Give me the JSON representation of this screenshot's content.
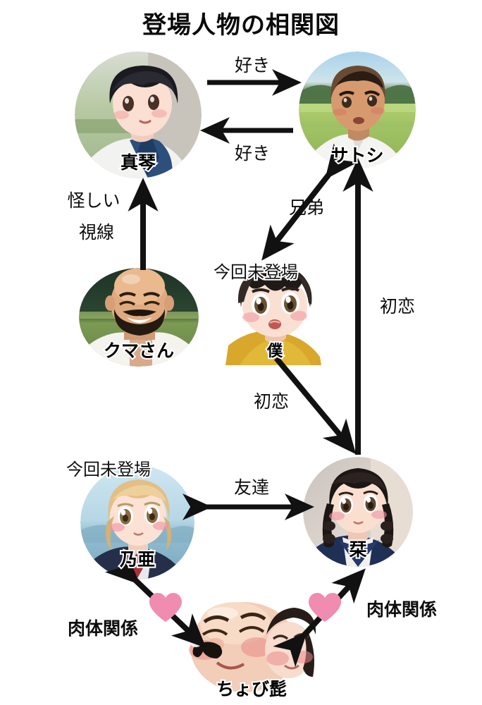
{
  "title": "登場人物の相関図",
  "palette": {
    "background": "#ffffff",
    "ink": "#0d0d0d",
    "arrow": "#111111",
    "heart": "#F08CB0"
  },
  "characters": [
    {
      "id": "makoto",
      "name": "真琴",
      "note": "",
      "shape": "circle",
      "description": "short-black-haired youth in white shirt with navy sailor collar, rice-field background"
    },
    {
      "id": "satoshi",
      "name": "サトシ",
      "note": "",
      "shape": "circle",
      "description": "buzz-cut tanned boy in white shirt, green rice-field and hills background"
    },
    {
      "id": "kuma",
      "name": "クマさん",
      "note": "",
      "shape": "circle",
      "description": "bald bearded muscular man smiling in white tank top, dark green field background"
    },
    {
      "id": "boku",
      "name": "僕",
      "note": "今回未登場",
      "shape": "free",
      "description": "wide-eyed boy with messy dark hair and mustard-yellow shirt, no background"
    },
    {
      "id": "noa",
      "name": "乃亜",
      "note": "今回未登場",
      "shape": "circle",
      "description": "short blonde-bob girl in navy blazer with red tie, pale blue sky background"
    },
    {
      "id": "shiori",
      "name": "栞",
      "note": "",
      "shape": "circle",
      "description": "dark-haired girl with braids in navy sailor uniform, indoor beige background"
    },
    {
      "id": "chobihige",
      "name": "ちょび髭",
      "note": "",
      "shape": "free",
      "description": "bald blushing man with small black mustache, cheek-to-cheek with a girl"
    }
  ],
  "relations": [
    {
      "id": "makoto-satoshi",
      "label": "好き",
      "from": "真琴",
      "to": "サトシ",
      "direction": "one-way",
      "heart": false
    },
    {
      "id": "satoshi-makoto",
      "label": "好き",
      "from": "サトシ",
      "to": "真琴",
      "direction": "one-way",
      "heart": false
    },
    {
      "id": "kuma-makoto",
      "label": "怪しい\n視線",
      "label_line1": "怪しい",
      "label_line2": "視線",
      "from": "クマさん",
      "to": "真琴",
      "direction": "one-way",
      "heart": false
    },
    {
      "id": "satoshi-boku",
      "label": "兄弟",
      "from": "サトシ",
      "to": "僕",
      "direction": "two-way",
      "heart": false
    },
    {
      "id": "shiori-satoshi",
      "label": "初恋",
      "from": "栞",
      "to": "サトシ",
      "direction": "one-way",
      "heart": false
    },
    {
      "id": "boku-shiori",
      "label": "初恋",
      "from": "僕",
      "to": "栞",
      "direction": "one-way",
      "heart": false
    },
    {
      "id": "noa-shiori",
      "label": "友達",
      "from": "乃亜",
      "to": "栞",
      "direction": "two-way",
      "heart": false
    },
    {
      "id": "noa-chobihige",
      "label": "肉体関係",
      "from": "乃亜",
      "to": "ちょび髭",
      "direction": "two-way",
      "heart": true
    },
    {
      "id": "chobihige-shiori",
      "label": "肉体関係",
      "from": "ちょび髭",
      "to": "栞",
      "direction": "two-way",
      "heart": true
    }
  ]
}
